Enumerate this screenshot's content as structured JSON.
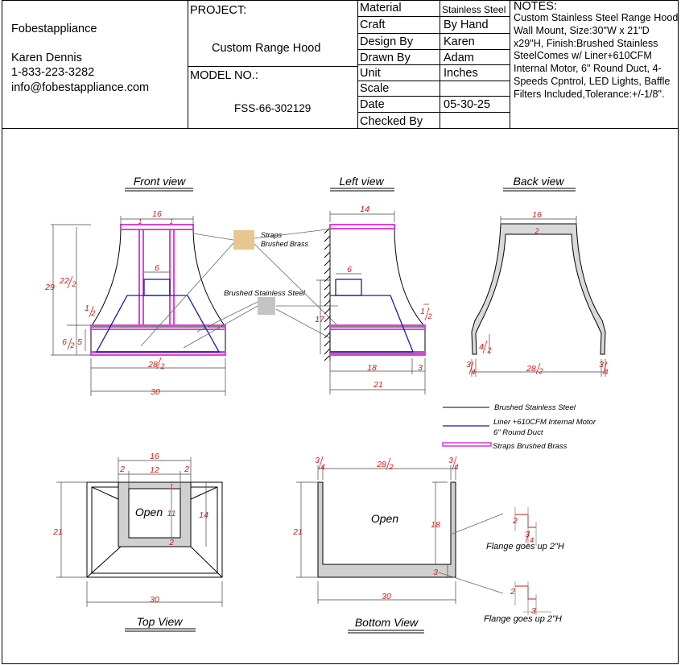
{
  "title_block": {
    "company": {
      "name": "Fobestappliance",
      "person": "Karen Dennis",
      "phone": "1-833-223-3282",
      "email": "info@fobestappliance.com"
    },
    "project_label": "PROJECT:",
    "project_value": "Custom Range Hood",
    "model_label": "MODEL NO.:",
    "model_value": "FSS-66-302129",
    "fields": [
      {
        "label": "Material",
        "value": "Stainless Steel"
      },
      {
        "label": "Craft",
        "value": "By Hand"
      },
      {
        "label": "Design By",
        "value": "Karen"
      },
      {
        "label": "Drawn By",
        "value": "Adam"
      },
      {
        "label": "Unit",
        "value": "Inches"
      },
      {
        "label": "Scale",
        "value": ""
      },
      {
        "label": "Date",
        "value": "05-30-25"
      },
      {
        "label": "Checked By",
        "value": ""
      }
    ],
    "notes_title": "NOTES:",
    "notes_text": "Custom Stainless Steel Range Hood Wall Mount, Size:30\"W x 21\"D x29\"H, Finish:Brushed Stainless SteelComes w/ Liner+610CFM Internal Motor, 6\" Round Duct, 4-Speeds Cpntrol, LED Lights, Baffle Filters Included,Tolerance:+/-1/8\"."
  },
  "views": {
    "front": "Front view",
    "left": "Left view",
    "back": "Back view",
    "top": "Top View",
    "bottom": "Bottom View"
  },
  "callouts": {
    "straps_line1": "Straps",
    "straps_line2": "Brushed Brass",
    "steel": "Brushed Stainless Steel",
    "open": "Open",
    "flange": "Flange goes up 2\"H"
  },
  "legend": [
    {
      "label": "Brushed Stainless Steel",
      "color": "#000000"
    },
    {
      "label": "Liner +610CFM Internal Motor",
      "label2": "6\" Round Duct",
      "color": "#1a1aa6"
    },
    {
      "label": "Straps Brushed Brass",
      "color": "#e040e0"
    }
  ],
  "swatches": {
    "brass": "#e8c690",
    "steel": "#c4c4c4"
  },
  "colors": {
    "dimension": "#d11a1a",
    "liner": "#1a1aa6",
    "strap": "#e040e0"
  },
  "dims": {
    "front": {
      "top": "16",
      "strap": "1",
      "duct": "6",
      "height_total": "29",
      "body_height": "22",
      "flare": "1",
      "front_band": "6",
      "band_5": "5",
      "base": "28",
      "width": "30"
    },
    "left": {
      "top": "14",
      "duct": "6",
      "wall_17": "17",
      "flare": "1",
      "liner": "18",
      "depth_3": "3",
      "depth": "21"
    },
    "back": {
      "top": "16",
      "top_band": "2",
      "side": "4",
      "edge_l": "3",
      "base": "28",
      "edge_r": "3"
    },
    "top": {
      "outer": "16",
      "left_gap": "2",
      "inner": "12",
      "right_gap": "2",
      "depth": "21",
      "inner_h": "11",
      "duct_h": "14",
      "band": "2",
      "bottom_gap": "1",
      "width": "30"
    },
    "bottom": {
      "left_edge": "3",
      "inner": "28",
      "right_edge": "3",
      "depth": "21",
      "side": "18",
      "rear": "3",
      "width": "30"
    },
    "flange": {
      "a": "2",
      "b": "3",
      "c": "2",
      "d": "3"
    },
    "fractions": {
      "half": "2",
      "quarter": "4"
    }
  }
}
